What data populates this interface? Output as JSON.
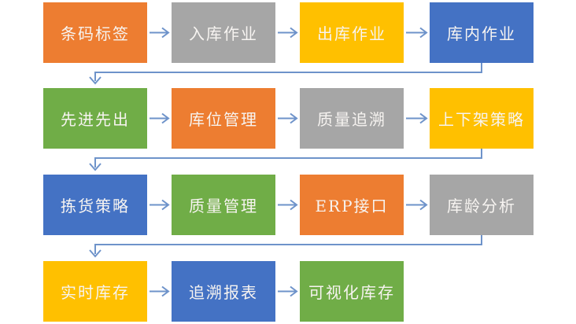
{
  "diagram": {
    "type": "flowchart",
    "background_color": "#ffffff",
    "arrow_color": "#6e93ca",
    "box_text_color": "#f7f4f1",
    "palette": {
      "orange": "#ed7d31",
      "gray": "#a6a6a6",
      "yellow": "#ffc000",
      "blue": "#4472c4",
      "green": "#70ad47"
    },
    "flow_direction": "left-to-right, wrapping down each row",
    "rows": [
      {
        "items": [
          {
            "label": "条码标签",
            "color": "orange"
          },
          {
            "label": "入库作业",
            "color": "gray"
          },
          {
            "label": "出库作业",
            "color": "yellow"
          },
          {
            "label": "库内作业",
            "color": "blue"
          }
        ]
      },
      {
        "items": [
          {
            "label": "先进先出",
            "color": "green"
          },
          {
            "label": "库位管理",
            "color": "orange"
          },
          {
            "label": "质量追溯",
            "color": "gray"
          },
          {
            "label": "上下架策略",
            "color": "yellow"
          }
        ]
      },
      {
        "items": [
          {
            "label": "拣货策略",
            "color": "blue"
          },
          {
            "label": "质量管理",
            "color": "green"
          },
          {
            "label": "ERP接口",
            "color": "orange"
          },
          {
            "label": "库龄分析",
            "color": "gray"
          }
        ]
      },
      {
        "items": [
          {
            "label": "实时库存",
            "color": "yellow"
          },
          {
            "label": "追溯报表",
            "color": "blue"
          },
          {
            "label": "可视化库存",
            "color": "green"
          }
        ]
      }
    ]
  }
}
